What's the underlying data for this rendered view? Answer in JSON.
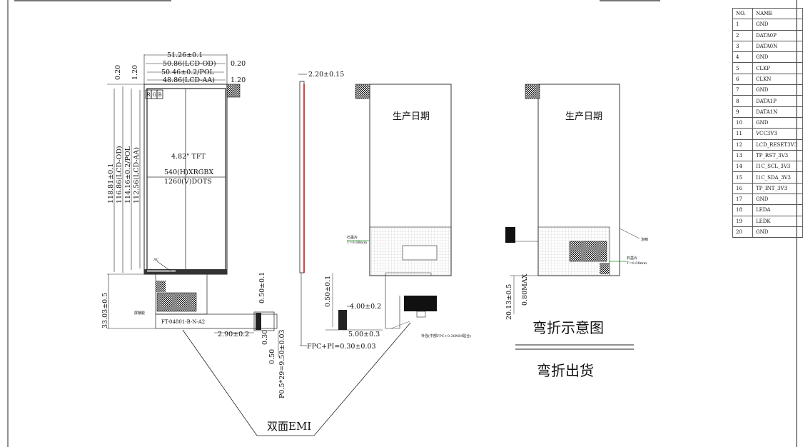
{
  "pin_table": {
    "header": {
      "no": "NO.",
      "name": "NAME"
    },
    "rows": [
      {
        "no": "1",
        "name": "GND"
      },
      {
        "no": "2",
        "name": "DATA0P"
      },
      {
        "no": "3",
        "name": "DATA0N"
      },
      {
        "no": "4",
        "name": "GND"
      },
      {
        "no": "5",
        "name": "CLKP"
      },
      {
        "no": "6",
        "name": "CLKN"
      },
      {
        "no": "7",
        "name": "GND"
      },
      {
        "no": "8",
        "name": "DATA1P"
      },
      {
        "no": "9",
        "name": "DATA1N"
      },
      {
        "no": "10",
        "name": "GND"
      },
      {
        "no": "11",
        "name": "VCC3V3"
      },
      {
        "no": "12",
        "name": "LCD_RESET3V3"
      },
      {
        "no": "13",
        "name": "TP_RST_3V3"
      },
      {
        "no": "14",
        "name": "I1C_SCL_3V3"
      },
      {
        "no": "15",
        "name": "I1C_SDA_3V3"
      },
      {
        "no": "16",
        "name": "TP_INT_3V3"
      },
      {
        "no": "17",
        "name": "GND"
      },
      {
        "no": "18",
        "name": "LEDA"
      },
      {
        "no": "19",
        "name": "LEDK"
      },
      {
        "no": "20",
        "name": "GND"
      }
    ]
  },
  "front_view": {
    "dims_top": [
      "51.26±0.1",
      "50.86(LCD-OD)",
      "50.46±0.2/POL",
      "48.86(LCD-AA)"
    ],
    "dim_right_top": "0.20",
    "dim_right_aa": "1.20",
    "dims_left_top": [
      "0.20",
      "1.20"
    ],
    "dims_left": [
      "118.81±0.1",
      "116.86(LCD-OD)",
      "114.16±0.2/POL",
      "112.56(LCD-AA)"
    ],
    "rgb": [
      "R",
      "G",
      "B"
    ],
    "panel_text": [
      "4.82\" TFT",
      "540(H)XRGBX",
      "1260(V)DOTS"
    ],
    "ac_label": "AC",
    "dim_fpc_length": "33.03±0.5",
    "fpc_part_no": "FT-04801-B-N-A2",
    "fpc_small_label": "屏蔽胶",
    "dims_connector": [
      "0.50±0.1",
      "2.90±0.2",
      "0.30",
      "0.50",
      "P0.5*29=9.50±0.03"
    ]
  },
  "side_view": {
    "dim_thickness": "2.20±0.15",
    "dims": [
      "0.50±0.1",
      "4.00±0.2",
      "5.00±0.3"
    ],
    "fpc_pi": "FPC+PI=0.30±0.03",
    "small_note": "补强(中部FPC+0.30MM贴合)"
  },
  "back_view": {
    "date_label": "生产日期",
    "graphite_label": "石墨片",
    "graphite_thickness": "T=0.08mm",
    "stiffener_note": "补强(中部FPC+0.30MM贴合)"
  },
  "bent_view": {
    "date_label": "生产日期",
    "graphite_label": "石墨片",
    "graphite_thickness": "T=0.08mm",
    "dims": [
      "20.13±0.5",
      "0.80MAX"
    ],
    "side_tag": "泡棉"
  },
  "captions": {
    "bend_diagram": "弯折示意图",
    "bend_shipping": "弯折出货",
    "double_emi": "双面EMI"
  }
}
